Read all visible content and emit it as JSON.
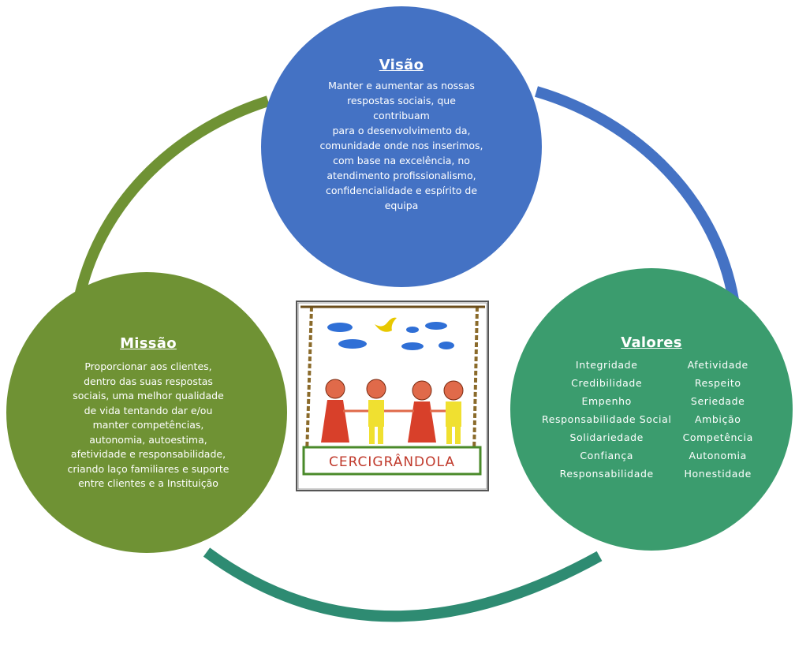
{
  "colors": {
    "visao": "#4472C4",
    "missao": "#6F9234",
    "valores": "#3B9C6E",
    "ring_blue": "#4472C4",
    "ring_green": "#6F9234",
    "ring_teal": "#2E8B72"
  },
  "visao": {
    "title": "Visão",
    "lines": [
      "Manter e aumentar as nossas",
      "respostas sociais, que",
      "contribuam",
      "para o desenvolvimento da,",
      "comunidade onde nos inserimos,",
      "com base na excelência, no",
      "atendimento profissionalismo,",
      "confidencialidade e espírito de",
      "equipa"
    ]
  },
  "missao": {
    "title": "Missão",
    "lines": [
      "Proporcionar aos clientes,",
      "dentro das suas respostas",
      "sociais, uma melhor qualidade",
      "de vida tentando dar e/ou",
      "manter competências,",
      "autonomia, autoestima,",
      "afetividade e responsabilidade,",
      "criando laço familiares e suporte",
      "entre clientes e a Instituição"
    ]
  },
  "valores": {
    "title": "Valores",
    "items": [
      "Integridade",
      "Afetividade",
      "Credibilidade",
      "Respeito",
      "Empenho",
      "Seriedade",
      "Responsabilidade Social",
      "Ambição",
      "Solidariedade",
      "Competência",
      "Confiança",
      "Autonomia",
      "Responsabilidade",
      "Honestidade"
    ]
  },
  "logo": {
    "text": "CERCIGRÂNDOLA"
  }
}
